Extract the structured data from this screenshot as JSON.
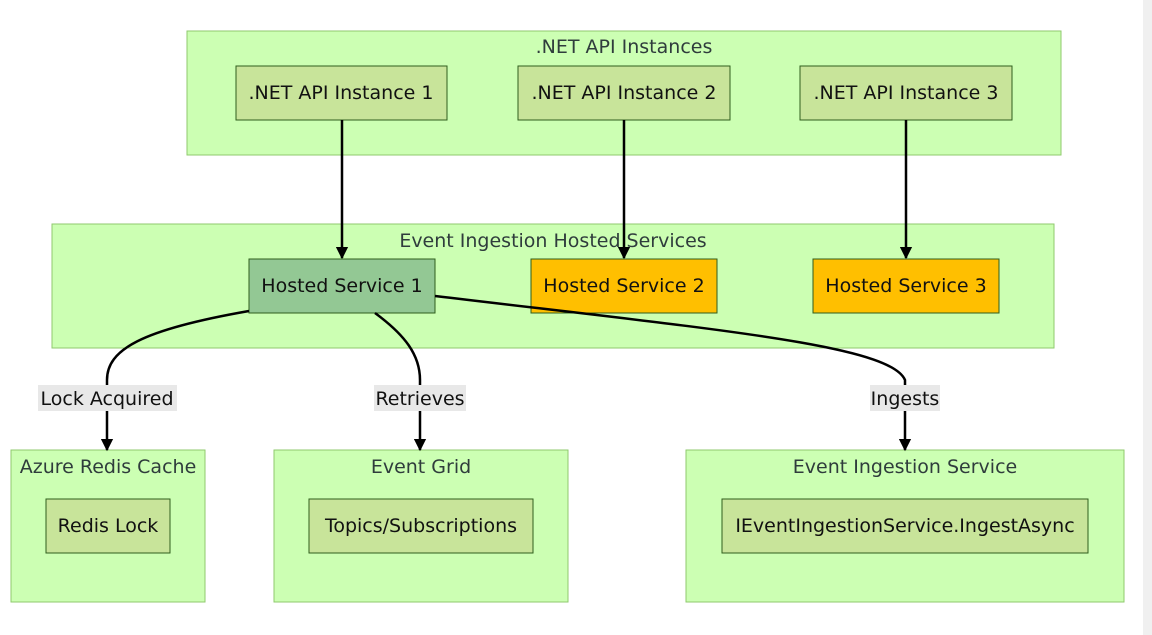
{
  "clusters": {
    "api_instances": {
      "title": ".NET API Instances"
    },
    "hosted_services": {
      "title": "Event Ingestion Hosted Services"
    },
    "redis": {
      "title": "Azure Redis Cache"
    },
    "event_grid": {
      "title": "Event Grid"
    },
    "ingestion_service": {
      "title": "Event Ingestion Service"
    }
  },
  "nodes": {
    "api1": ".NET API Instance 1",
    "api2": ".NET API Instance 2",
    "api3": ".NET API Instance 3",
    "hs1": "Hosted Service 1",
    "hs2": "Hosted Service 2",
    "hs3": "Hosted Service 3",
    "redis_lock": "Redis Lock",
    "topics": "Topics/Subscriptions",
    "ingest_async": "IEventIngestionService.IngestAsync"
  },
  "edges": {
    "lock_acquired": "Lock Acquired",
    "retrieves": "Retrieves",
    "ingests": "Ingests"
  },
  "colors": {
    "cluster_fill": "#ccffb3",
    "node_fill": "#c8e49a",
    "active_node_fill": "#93c894",
    "waiting_node_fill": "#ffbf00"
  }
}
